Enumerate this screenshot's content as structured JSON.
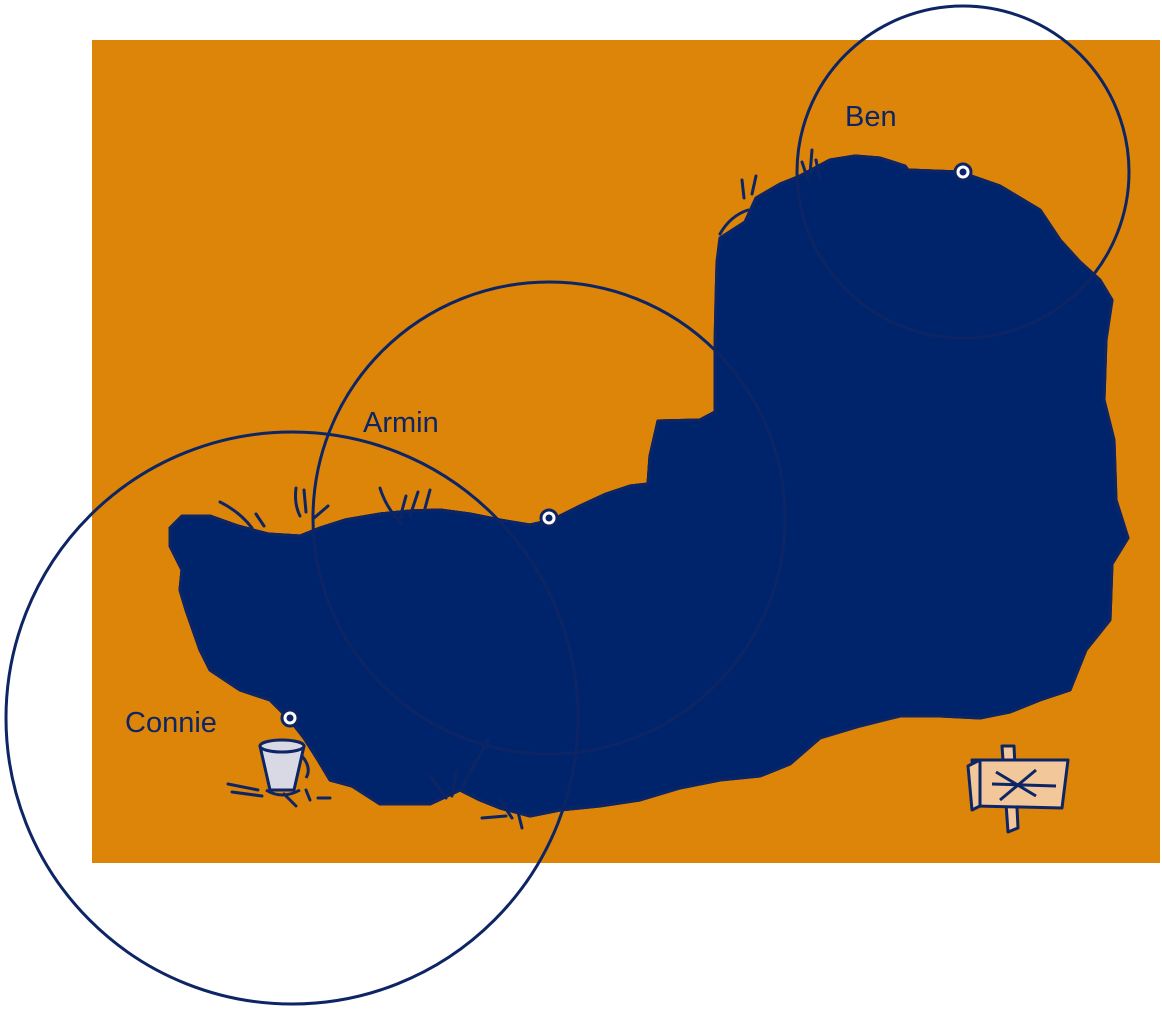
{
  "colors": {
    "background": "#ffffff",
    "field": "#dc8508",
    "deep_area": "#00246b",
    "covered_area": "#b2b2cf",
    "outline": "#0d2565",
    "sign_fill": "#f2c89b"
  },
  "people": [
    {
      "name": "Ben",
      "icon": "person-marker-icon"
    },
    {
      "name": "Armin",
      "icon": "person-marker-icon"
    },
    {
      "name": "Connie",
      "icon": "person-marker-icon"
    }
  ],
  "decorations": [
    "bucket-icon",
    "signpost-icon",
    "grass-tuft-icon"
  ]
}
